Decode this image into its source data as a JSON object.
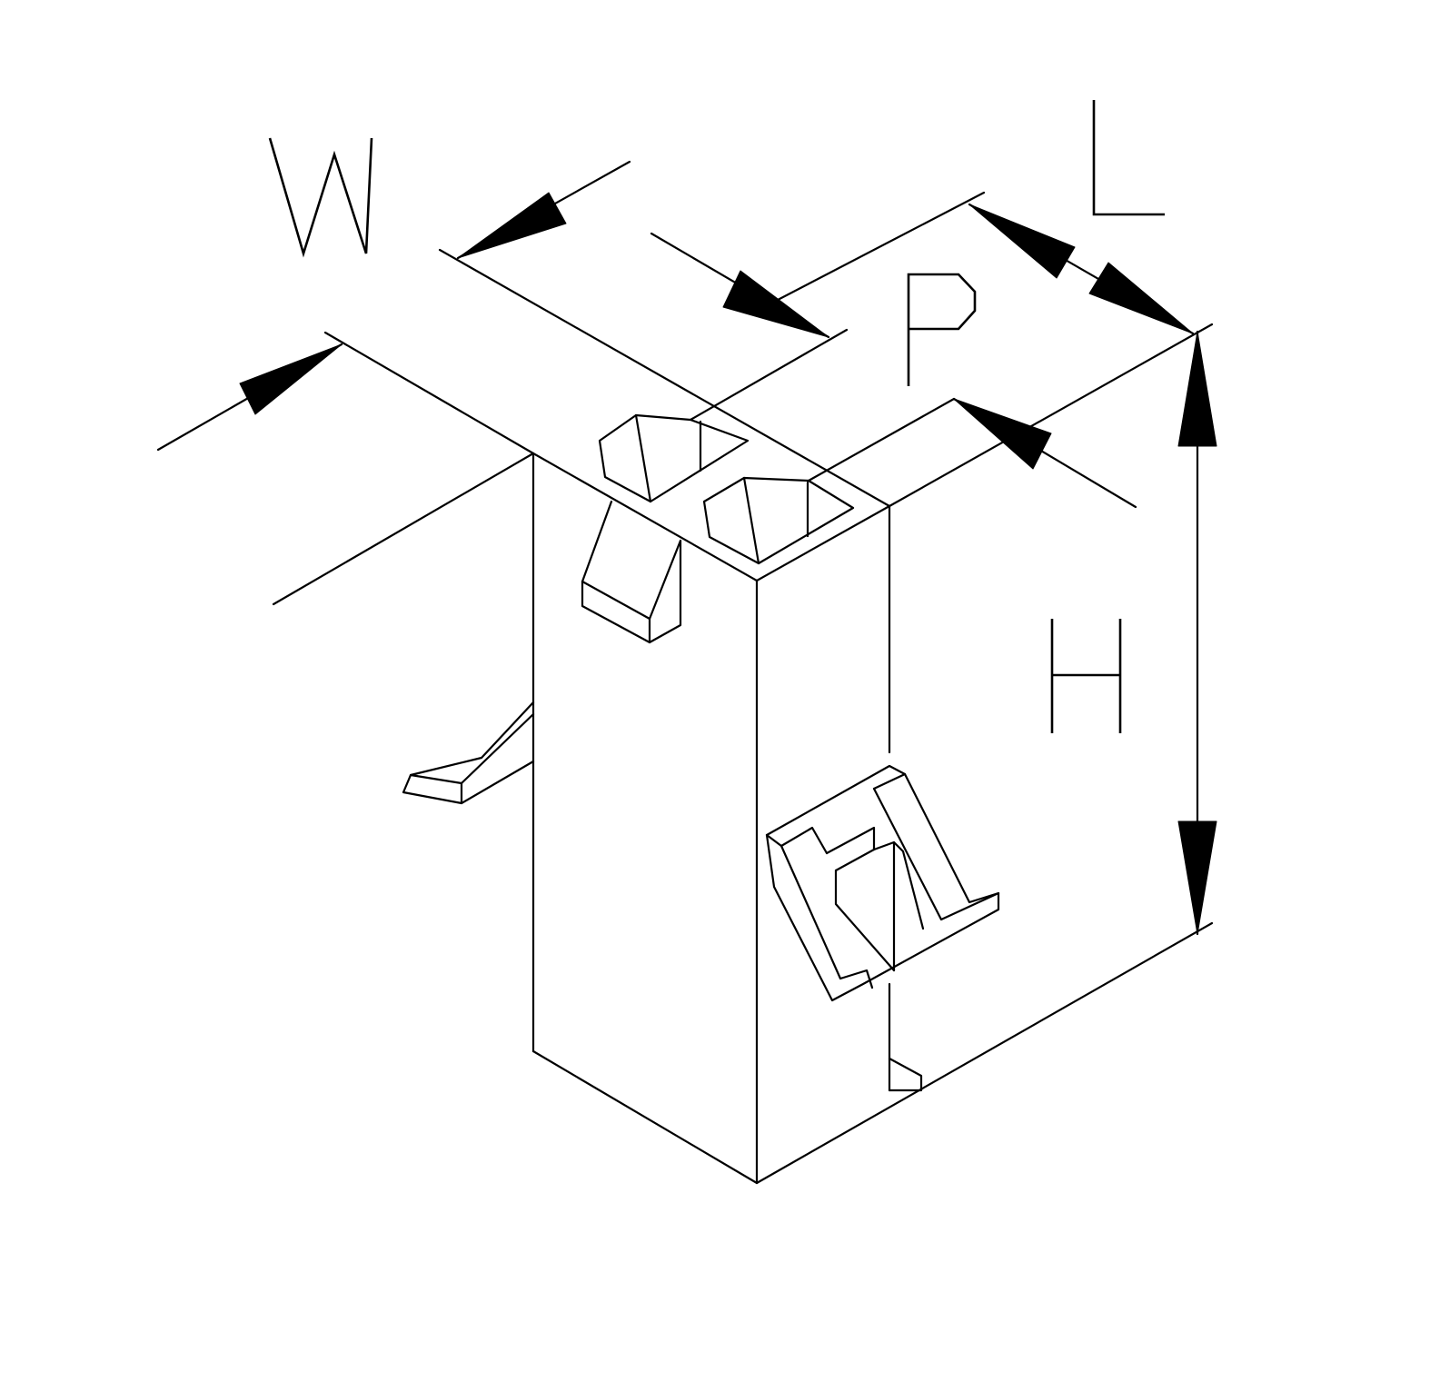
{
  "labels": {
    "width": "W",
    "pitch": "P",
    "length": "L",
    "height": "H"
  }
}
